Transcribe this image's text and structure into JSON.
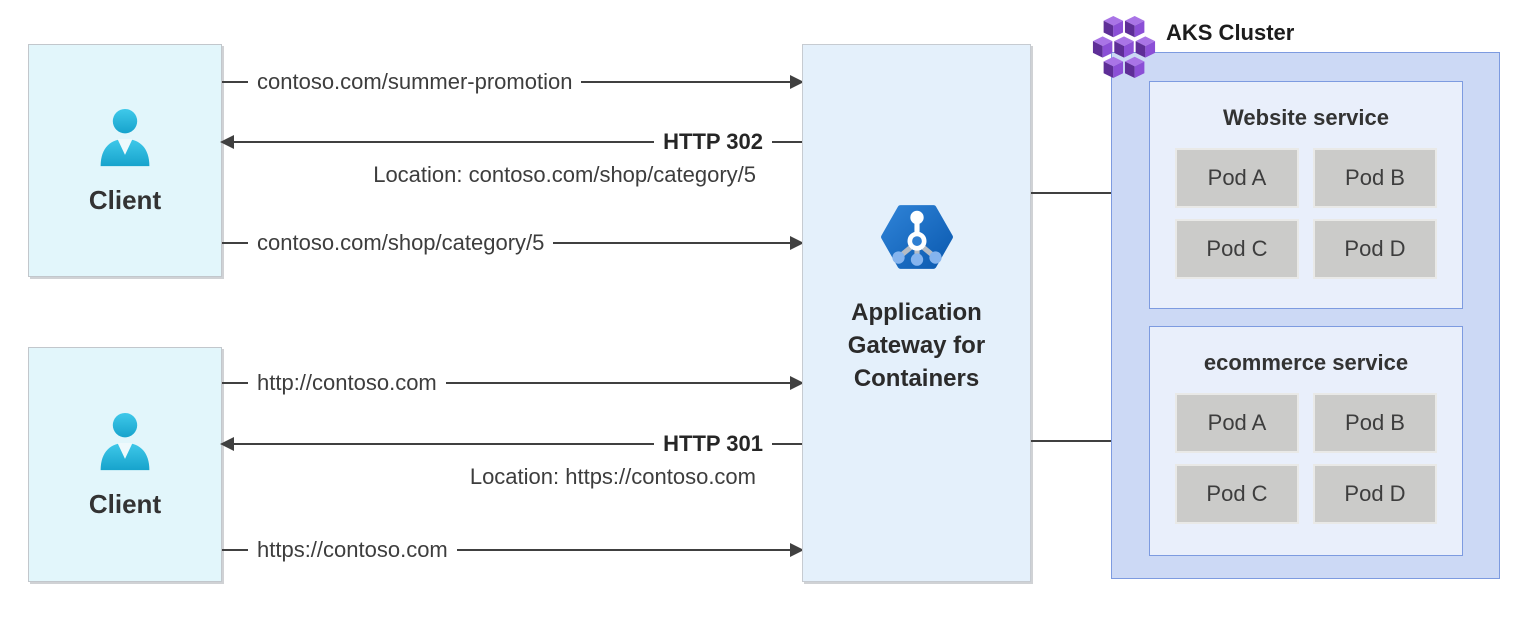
{
  "clients": [
    {
      "label": "Client"
    },
    {
      "label": "Client"
    }
  ],
  "gateway": {
    "label": "Application Gateway for Containers",
    "icon": "app-gateway-hexagon-icon"
  },
  "aks": {
    "label": "AKS Cluster",
    "icon": "aks-cubes-icon",
    "services": [
      {
        "title": "Website service",
        "pods": [
          "Pod A",
          "Pod B",
          "Pod C",
          "Pod D"
        ]
      },
      {
        "title": "ecommerce service",
        "pods": [
          "Pod A",
          "Pod B",
          "Pod C",
          "Pod D"
        ]
      }
    ]
  },
  "flows": [
    {
      "label": "contoso.com/summer-promotion",
      "direction": "right"
    },
    {
      "label": "HTTP 302",
      "sub": "Location: contoso.com/shop/category/5",
      "direction": "left"
    },
    {
      "label": "contoso.com/shop/category/5",
      "direction": "right"
    },
    {
      "label": "http://contoso.com",
      "direction": "right"
    },
    {
      "label": "HTTP 301",
      "sub": "Location: https://contoso.com",
      "direction": "left"
    },
    {
      "label": "https://contoso.com",
      "direction": "right"
    }
  ],
  "colors": {
    "client_fill": "#e2f6fb",
    "gateway_fill": "#e4f0fb",
    "aks_outer_fill": "#ccd9f5",
    "service_fill": "#e9effb",
    "service_border": "#7d9be0",
    "pod_fill": "#cbcbc9",
    "arrow": "#404040",
    "gateway_icon_blue": "#1266bd",
    "client_icon_cyan": "#29bce2",
    "aks_icon_purple": "#7b2fc9"
  }
}
